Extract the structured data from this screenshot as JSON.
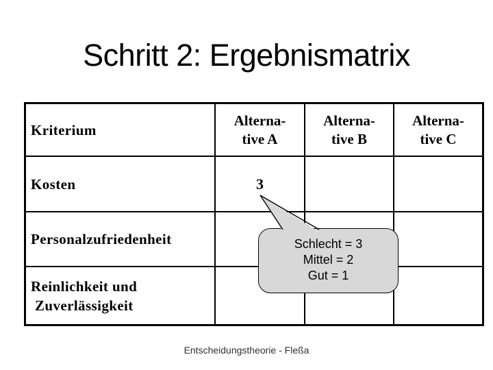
{
  "slide": {
    "title": "Schritt 2: Ergebnismatrix",
    "footer": "Entscheidungstheorie - Fleßa"
  },
  "table": {
    "criterion_header": "Kriterium",
    "columns": [
      {
        "line1": "Alterna-",
        "line2": "tive A"
      },
      {
        "line1": "Alterna-",
        "line2": "tive B"
      },
      {
        "line1": "Alterna-",
        "line2": "tive C"
      }
    ],
    "rows": [
      {
        "label1": "Kosten",
        "label2": "",
        "values": [
          "3",
          "",
          ""
        ]
      },
      {
        "label1": "Personalzufriedenheit",
        "label2": "",
        "values": [
          "",
          "",
          ""
        ]
      },
      {
        "label1": "Reinlichkeit und",
        "label2": "Zuverlässigkeit",
        "values": [
          "",
          "",
          ""
        ]
      }
    ]
  },
  "callout": {
    "lines": [
      "Schlecht = 3",
      "Mittel = 2",
      "Gut = 1"
    ],
    "fill_color": "#d8d8d8",
    "border_color": "#000000"
  }
}
